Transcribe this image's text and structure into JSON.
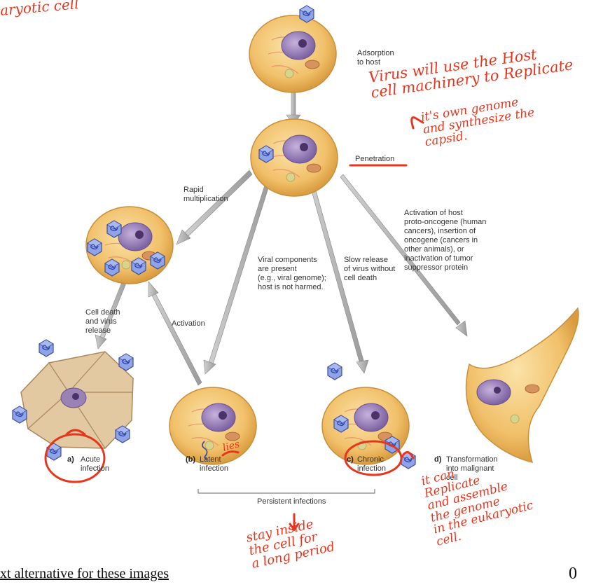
{
  "labels": {
    "adsorption": "Adsorption\nto host",
    "penetration": "Penetration",
    "rapid": "Rapid\nmultiplication",
    "activation_host": "Activation of host\nproto-oncogene (human\ncancers), insertion of\noncogene (cancers in\nother animals), or\ninactivation of tumor\nsuppressor protein",
    "viral_components": "Viral components\nare present\n(e.g., viral genome);\nhost is not harmed.",
    "slow_release": "Slow release\nof virus without\ncell death",
    "cell_death": "Cell death\nand virus\nrelease",
    "activation": "Activation",
    "a_letter": "a)",
    "a_text": "Acute\ninfection",
    "b_letter": "(b)",
    "b_text": "Latent\ninfection",
    "c_letter": "c)",
    "c_text": "Chronic\ninfection",
    "d_letter": "d)",
    "d_text": "Transformation\ninto malignant\ncell",
    "persistent": "Persistent infections"
  },
  "handwriting": {
    "top_left": "aryotic cell",
    "note_main": "Virus will use the Host\ncell machinery to Replicate",
    "note_genome": "it's own genome\nand synthesize the\ncapsid.",
    "latent_note": "lies",
    "stay_inside": "stay inside\nthe cell for\na long period",
    "it_can": "it can\nReplicate\nand assemble\nthe genome\nin the eukaryotic\ncell."
  },
  "footer": {
    "link_text": "xt alternative for these images",
    "page_number": "0"
  },
  "colors": {
    "handwriting": "#e8361e",
    "cell_fill": "#f3c878",
    "nucleus": "#9b82b5",
    "virus": "#5b6fc4",
    "arrow": "#b8b8b8"
  }
}
